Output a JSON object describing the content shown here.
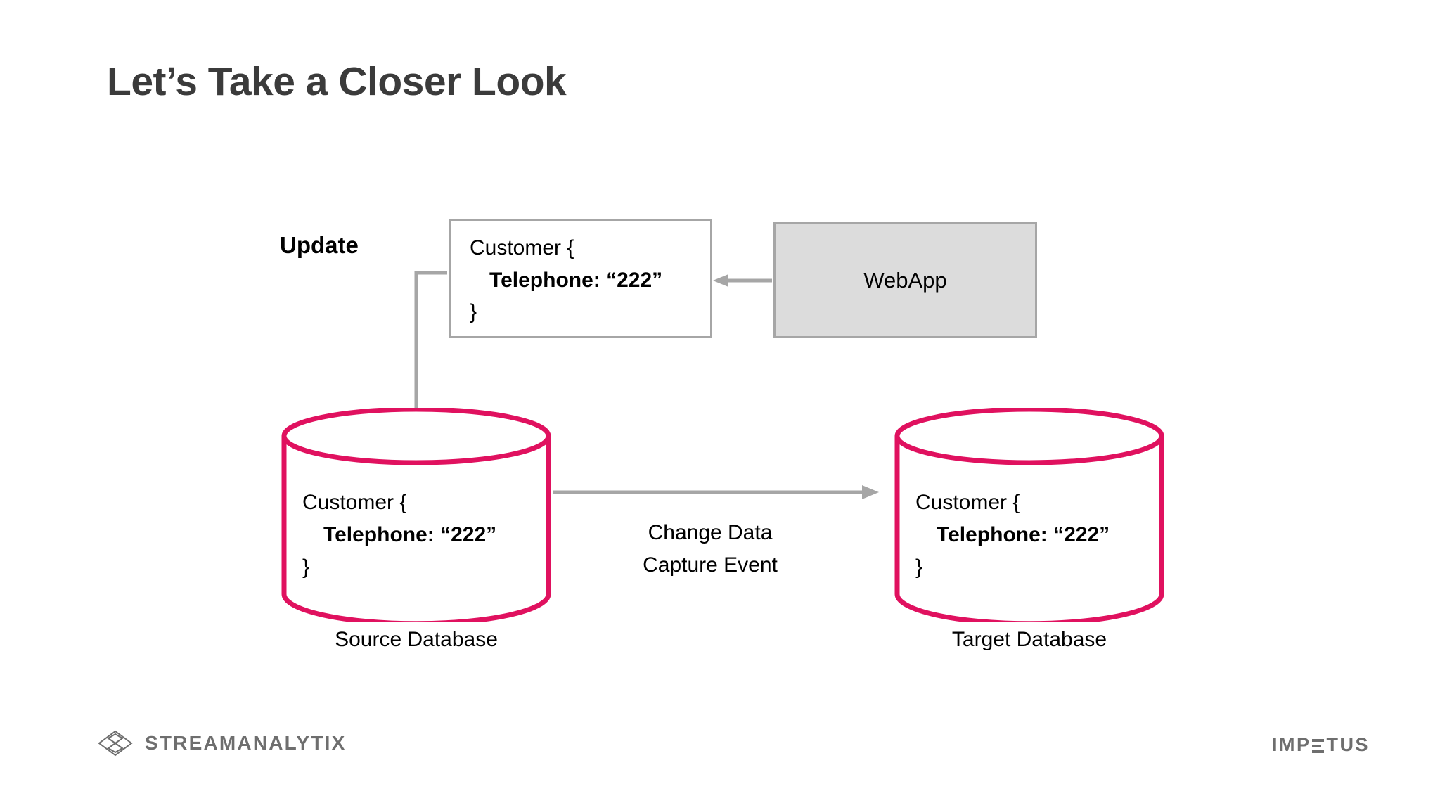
{
  "slide": {
    "title": "Let’s Take a Closer Look",
    "background": "#ffffff"
  },
  "colors": {
    "title_text": "#3b3b3b",
    "connector_gray": "#a6a6a6",
    "box_border": "#a6a6a6",
    "webapp_fill": "#dcdcdc",
    "database_outline": "#e0115f",
    "logo_gray": "#6e6e6e",
    "body_text": "#000000"
  },
  "diagram": {
    "update_label": "Update",
    "message_box": {
      "line1": "Customer {",
      "line2": "Telephone: “222”",
      "line3": "}"
    },
    "webapp": {
      "label": "WebApp"
    },
    "source_database": {
      "line1": "Customer {",
      "line2": "Telephone: “222”",
      "line3": "}",
      "caption": "Source Database"
    },
    "target_database": {
      "line1": "Customer {",
      "line2": "Telephone: “222”",
      "line3": "}",
      "caption": "Target Database"
    },
    "cdc_arrow": {
      "label_line1": "Change Data",
      "label_line2": "Capture Event"
    }
  },
  "footer": {
    "streamanalytix": {
      "wordmark": "STREAMANALYTIX",
      "icon": "hexagon-diamond-icon"
    },
    "impetus": {
      "prefix": "IMP",
      "suffix": "TUS"
    }
  }
}
